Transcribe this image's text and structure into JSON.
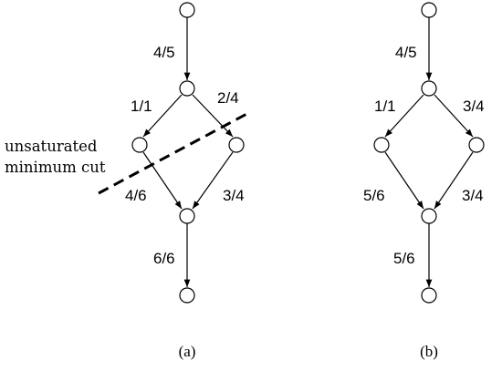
{
  "diagram_a": {
    "edge_labels": {
      "source_to_top": "4/5",
      "top_to_left": "1/1",
      "top_to_right": "2/4",
      "left_to_bottom": "4/6",
      "right_to_bottom": "3/4",
      "bottom_to_sink": "6/6"
    },
    "cut_annotation": {
      "line1": "unsaturated",
      "line2": "minimum cut"
    },
    "caption": "(a)"
  },
  "diagram_b": {
    "edge_labels": {
      "source_to_top": "4/5",
      "top_to_left": "1/1",
      "top_to_right": "3/4",
      "left_to_bottom": "5/6",
      "right_to_bottom": "3/4",
      "bottom_to_sink": "5/6"
    },
    "caption": "(b)"
  }
}
